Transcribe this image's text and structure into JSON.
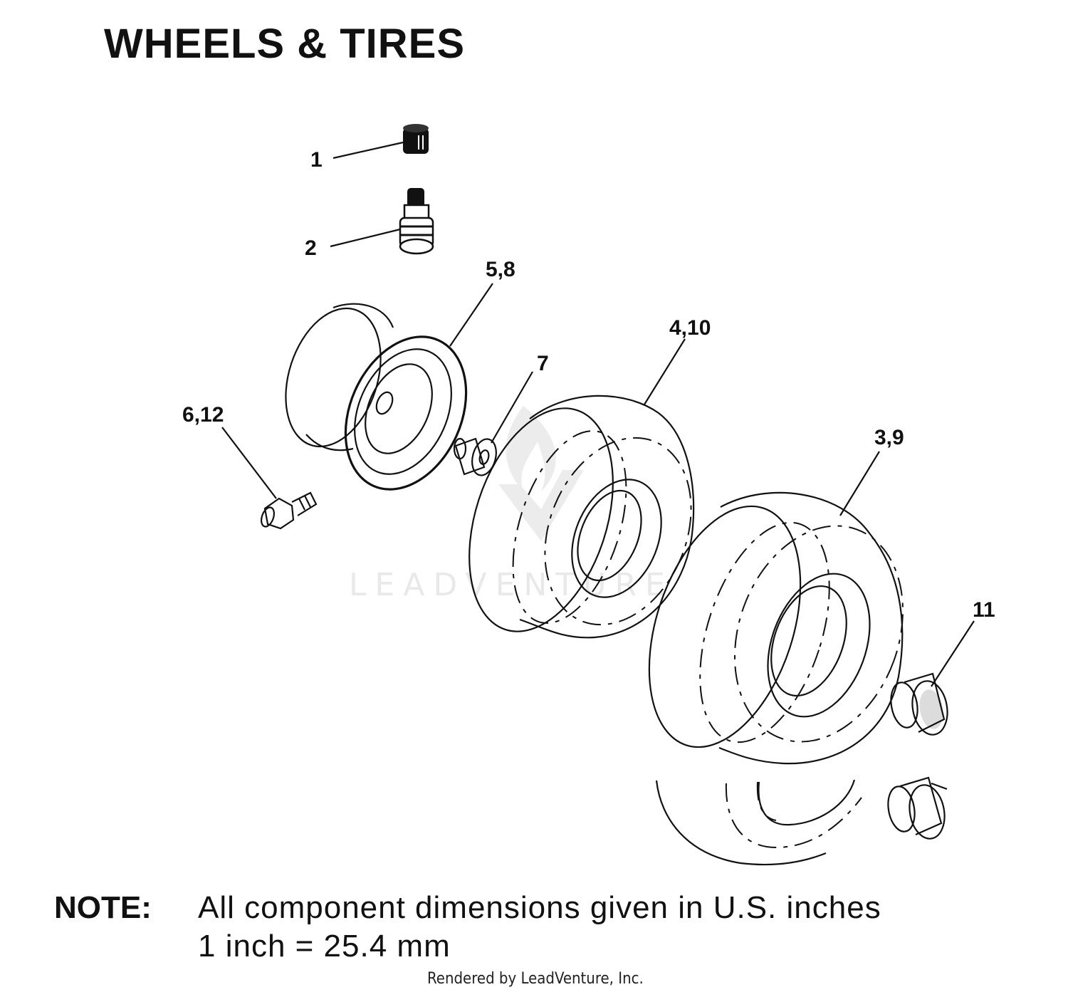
{
  "title": "WHEELS & TIRES",
  "callouts": {
    "c1": "1",
    "c2": "2",
    "c58": "5,8",
    "c612": "6,12",
    "c7": "7",
    "c410": "4,10",
    "c39": "3,9",
    "c11": "11"
  },
  "watermark": "LEADVENTURE",
  "note": {
    "label": "NOTE:",
    "line1": "All component dimensions given in U.S. inches",
    "line2": "1 inch = 25.4 mm"
  },
  "footer": "Rendered by LeadVenture, Inc."
}
